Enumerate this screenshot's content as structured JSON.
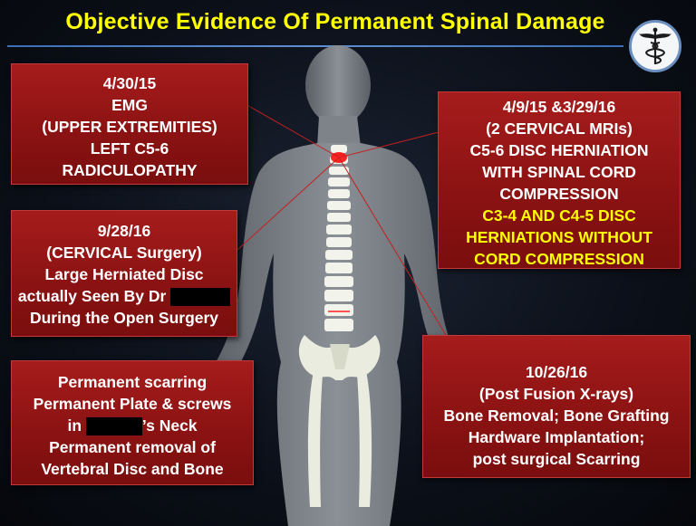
{
  "title": "Objective Evidence Of Permanent Spinal Damage",
  "icons": {
    "logo": "caduceus-icon"
  },
  "colors": {
    "title": "#ffff00",
    "box": "#8a1212",
    "highlight": "#ffff00",
    "rule": "#4a7ec4"
  },
  "boxes": {
    "emg": {
      "date": "4/30/15",
      "lines": [
        "EMG",
        "(UPPER EXTREMITIES)",
        "LEFT C5-6",
        "RADICULOPATHY"
      ]
    },
    "mri": {
      "date": "4/9/15 &3/29/16",
      "lines": [
        "(2 CERVICAL MRIs)",
        "C5-6 DISC HERNIATION",
        "WITH SPINAL CORD",
        "COMPRESSION"
      ],
      "highlight_lines": [
        "C3-4 AND C4-5 DISC",
        "HERNIATIONS WITHOUT",
        "CORD COMPRESSION"
      ]
    },
    "surgery": {
      "date": "9/28/16",
      "line1": "(CERVICAL Surgery)",
      "line2": "Large Herniated Disc",
      "line3": "actually Seen By Dr",
      "line4": "During the Open Surgery"
    },
    "permanent": {
      "line1": "Permanent scarring",
      "line2": "Permanent Plate & screws",
      "line3_prefix": "in",
      "line3_suffix": "’s Neck",
      "line4": "Permanent removal of",
      "line5": "Vertebral Disc and Bone"
    },
    "xray": {
      "date": "10/26/16",
      "lines": [
        "(Post Fusion X-rays)",
        "Bone Removal; Bone Grafting",
        "Hardware Implantation;",
        "post surgical Scarring"
      ]
    }
  }
}
